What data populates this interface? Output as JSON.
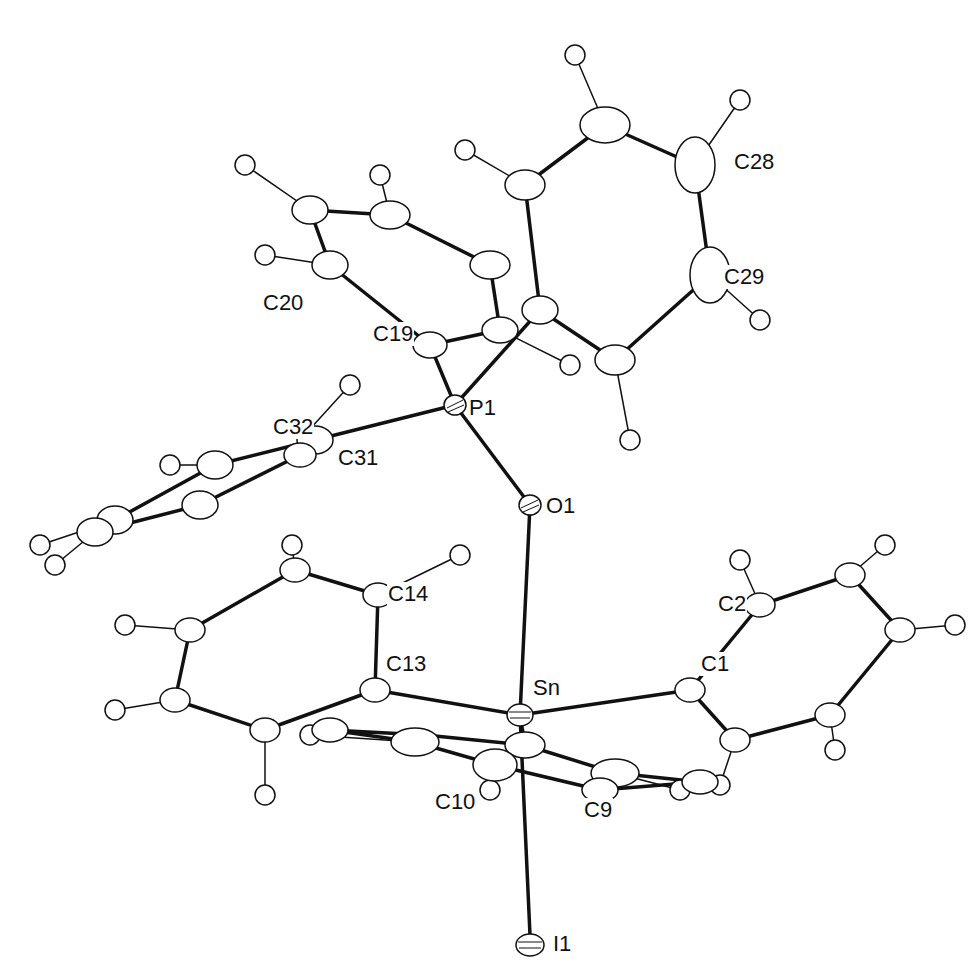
{
  "diagram": {
    "labels": [
      "C28",
      "C29",
      "C20",
      "C19",
      "C32",
      "C31",
      "P1",
      "O1",
      "C14",
      "C2",
      "C13",
      "Sn",
      "C1",
      "C10",
      "C9",
      "I1"
    ]
  }
}
